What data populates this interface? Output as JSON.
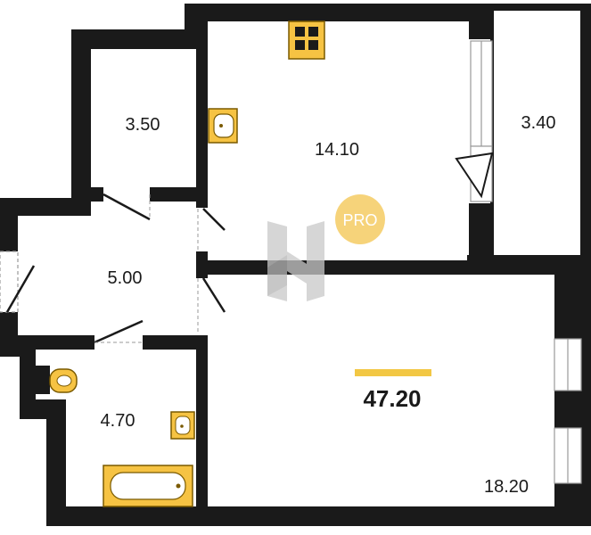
{
  "plan": {
    "total_area": "47.20",
    "badge": "PRO",
    "rooms": [
      {
        "id": "kitchen",
        "area": "14.10"
      },
      {
        "id": "storage",
        "area": "3.50"
      },
      {
        "id": "balcony",
        "area": "3.40"
      },
      {
        "id": "hall",
        "area": "5.00"
      },
      {
        "id": "bathroom",
        "area": "4.70"
      },
      {
        "id": "living",
        "area": "18.20"
      }
    ]
  },
  "colors": {
    "wall": "#1a1a1a",
    "fixture_fill": "#f6c343",
    "fixture_stroke": "#7a5a00",
    "accent_bar": "#f2c744",
    "badge": "#f6d37a",
    "watermark": "#c9c9c9",
    "opening": "#9a9a9a"
  },
  "icons": [
    "stove-icon",
    "sink-icon",
    "toilet-icon",
    "bathtub-icon",
    "watermark-logo-icon"
  ]
}
